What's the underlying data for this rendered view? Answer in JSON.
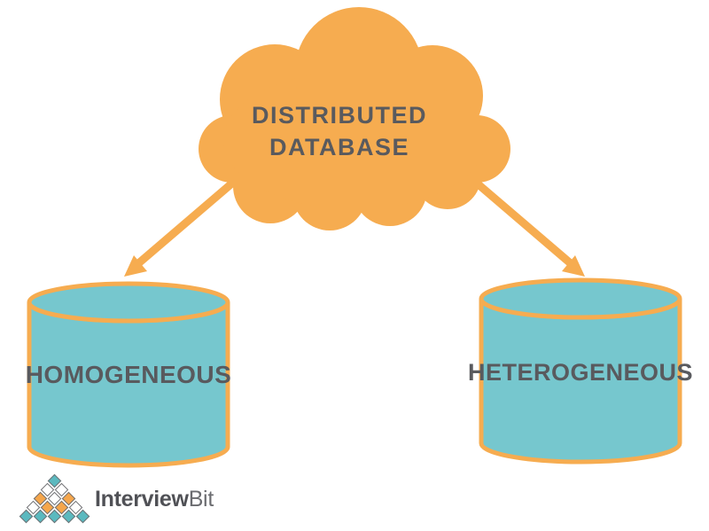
{
  "diagram": {
    "cloud": {
      "label_line1": "DISTRIBUTED",
      "label_line2": "DATABASE"
    },
    "nodes": [
      {
        "id": "homogeneous",
        "label": "HOMOGENEOUS"
      },
      {
        "id": "heterogeneous",
        "label": "HETEROGENEOUS"
      }
    ]
  },
  "logo": {
    "text_primary": "Interview",
    "text_secondary": "Bit",
    "pyramid_rows": [
      [
        "teal"
      ],
      [
        "white",
        "white"
      ],
      [
        "orange",
        "white",
        "orange"
      ],
      [
        "white",
        "orange",
        "orange",
        "white"
      ],
      [
        "teal",
        "teal",
        "teal",
        "teal",
        "teal"
      ]
    ]
  },
  "colors": {
    "orange": "#F6AC50",
    "teal": "#76C7CE",
    "label_text": "#595A5E",
    "logo_teal": "#5BB9BF",
    "logo_orange": "#F5A64B",
    "logo_text_primary": "#505156",
    "logo_text_secondary": "#6B6C70",
    "diamond_outline": "#6F7073"
  }
}
